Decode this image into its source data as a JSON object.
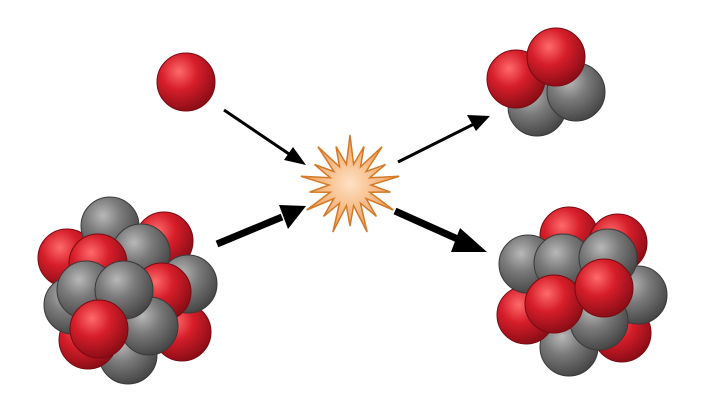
{
  "diagram": {
    "colors": {
      "proton": "#cc1f2b",
      "neutron": "#7a7a7a",
      "arrow": "#000000",
      "burst_fill": "#f4b27a",
      "burst_stroke": "#d27a28"
    },
    "legend": [],
    "particles": {
      "incoming_small": {
        "kind": "nucleus",
        "nucleons": 1
      },
      "incoming_large": {
        "kind": "nucleus"
      },
      "outgoing_small": {
        "kind": "nucleus",
        "nucleons": 4
      },
      "outgoing_large": {
        "kind": "nucleus"
      }
    },
    "event": {
      "icon": "starburst-icon"
    }
  }
}
